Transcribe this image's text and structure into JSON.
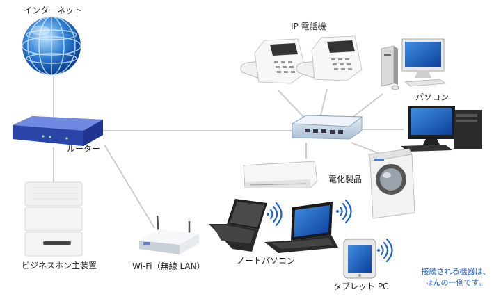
{
  "labels": {
    "internet": "インターネット",
    "ip_phones": "IP 電話機",
    "pc": "パソコン",
    "router": "ルーター",
    "appliances": "電化製品",
    "pbx": "ビジネスホン主装置",
    "wifi": "Wi-Fi（無線 LAN）",
    "notebook": "ノートパソコン",
    "tablet": "タブレット PC"
  },
  "note": {
    "line1": "接続される機器は、",
    "line2": "ほんの一例です。"
  },
  "colors": {
    "link_line": "#cccccc",
    "router_body": "#3550b4",
    "hub_body": "#c9d9e8",
    "wifi_signal": "#1e64c8",
    "note_text": "#1a5fc8"
  }
}
